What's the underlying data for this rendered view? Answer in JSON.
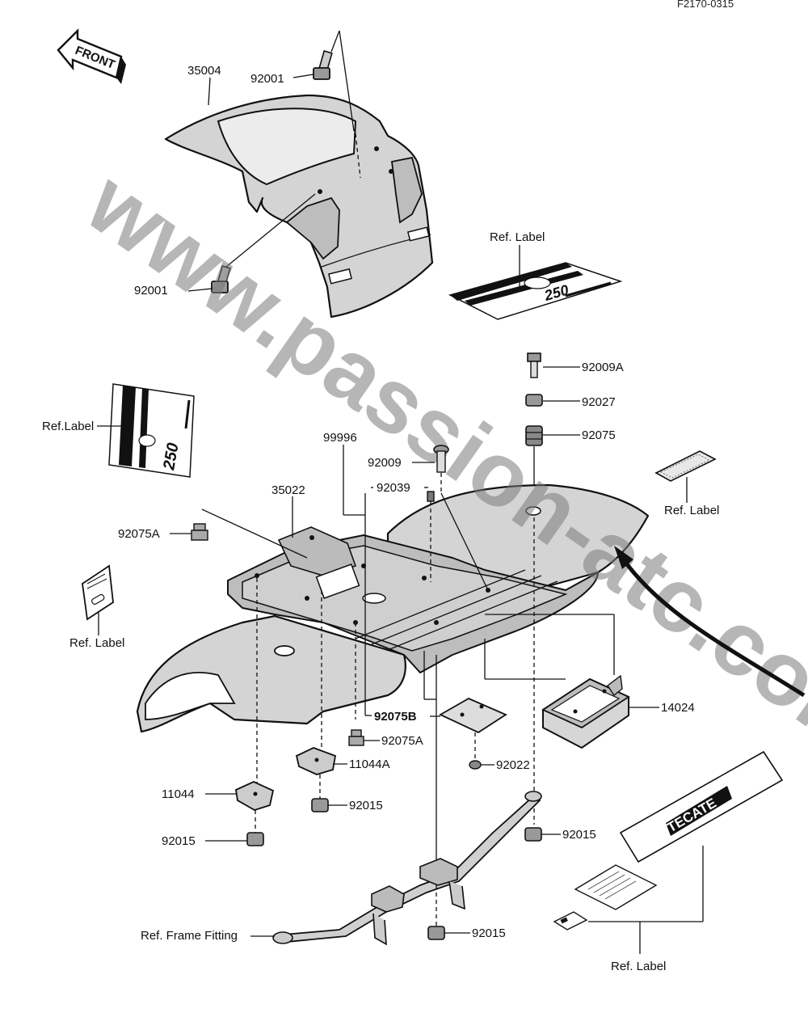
{
  "diagram_code": "F2170-0315",
  "watermark": "www.passion-atc.com",
  "front_arrow": "FRONT",
  "decal_text_250": "250",
  "decal_text_tecate": "TECATE",
  "labels": {
    "p35004": "35004",
    "p92001_top": "92001",
    "p92001_left": "92001",
    "ref_label_stripe": "Ref. Label",
    "ref_label_left_decal": "Ref.Label",
    "p92009A": "92009A",
    "p92027": "92027",
    "p92075": "92075",
    "ref_label_right": "Ref. Label",
    "p99996": "99996",
    "p92009": "92009",
    "p92039": "92039",
    "p35022": "35022",
    "p92075A_left": "92075A",
    "ref_label_card": "Ref. Label",
    "p92075B": "92075B",
    "p92075A_mid": "92075A",
    "p14024": "14024",
    "p92022": "92022",
    "p11044A": "11044A",
    "p11044": "11044",
    "p92015_a": "92015",
    "p92015_b": "92015",
    "p92015_c": "92015",
    "p92015_d": "92015",
    "ref_frame_fitting": "Ref. Frame Fitting",
    "ref_label_bottom": "Ref. Label"
  }
}
